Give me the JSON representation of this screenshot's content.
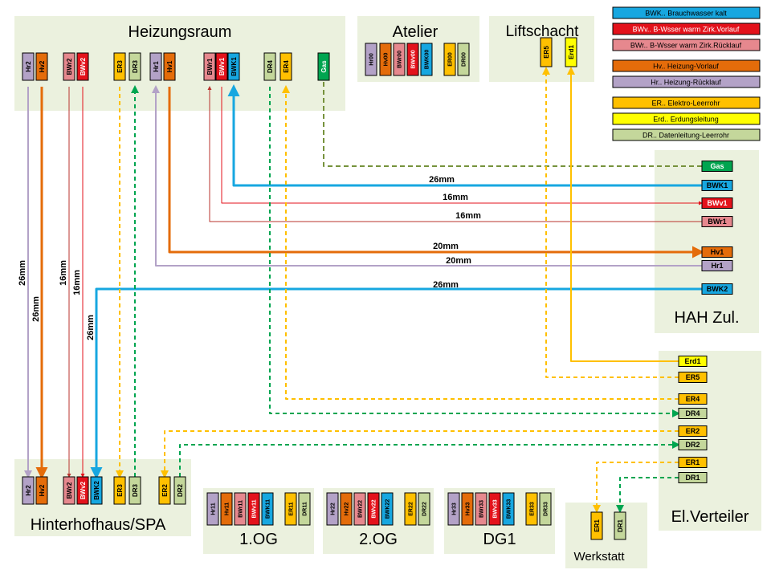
{
  "colors": {
    "area_fill": "#ebf1de",
    "Hr": "#b3a2c7",
    "Hv": "#e46c0a",
    "BWr": "#e6888e",
    "BWv": "#e3121b",
    "BWK": "#17a7e0",
    "ER": "#ffc000",
    "Erd": "#ffff00",
    "DR": "#c4d79b",
    "Gas": "#00a550",
    "line_gas": "#76923c",
    "line_dr": "#00a550",
    "line_bwv": "#e3121b",
    "line_bwr": "#b9332d",
    "line_er": "#ffc000"
  },
  "rooms": {
    "heizungsraum": "Heizungsraum",
    "atelier": "Atelier",
    "liftschacht": "Liftschacht",
    "hah": "HAH Zul.",
    "elverteiler": "El.Verteiler",
    "hinterhof": "Hinterhofhaus/SPA",
    "og1": "1.OG",
    "og2": "2.OG",
    "dg1": "DG1",
    "werkstatt": "Werkstatt"
  },
  "legend": [
    {
      "key": "BWK",
      "text": "BWK..  Brauchwasser kalt"
    },
    {
      "key": "BWv",
      "text": "BWv..  B-Wsser warm  Zirk.Vorlauf"
    },
    {
      "key": "BWr",
      "text": "BWr..  B-Wsser warm  Zirk.Rücklauf"
    },
    {
      "key": "Hv",
      "text": "Hv..  Heizung-Vorlauf"
    },
    {
      "key": "Hr",
      "text": "Hr..  Heizung-Rücklauf"
    },
    {
      "key": "ER",
      "text": "ER..  Elektro-Leerrohr"
    },
    {
      "key": "Erd",
      "text": "Erd..  Erdungsleitung"
    },
    {
      "key": "DR",
      "text": "DR..  Datenleitung-Leerrohr"
    }
  ],
  "tags": {
    "heiz": [
      "Hr2",
      "Hv2",
      "BWr2",
      "BWv2",
      "ER3",
      "DR3",
      "Hr1",
      "Hv1",
      "BWr1",
      "BWv1",
      "BWK1",
      "DR4",
      "ER4",
      "Gas"
    ],
    "atelier": [
      "Hr00",
      "Hv00",
      "BWr00",
      "BWv00",
      "BWK00",
      "ER00",
      "DR00"
    ],
    "lift": [
      "ER5",
      "Erd1"
    ],
    "hah": [
      "Gas",
      "BWK1",
      "BWv1",
      "BWr1",
      "Hv1",
      "Hr1",
      "BWK2"
    ],
    "elv": [
      "Erd1",
      "ER5",
      "ER4",
      "DR4",
      "ER2",
      "DR2",
      "ER1",
      "DR1"
    ],
    "hinterhof": [
      "Hr2",
      "Hv2",
      "BWr2",
      "BWv2",
      "BWK2",
      "ER3",
      "DR3",
      "ER2",
      "DR2"
    ],
    "og1": [
      "Hr11",
      "Hv11",
      "BWr11",
      "BWv11",
      "BWK11",
      "ER11",
      "DR11"
    ],
    "og2": [
      "Hr22",
      "Hv22",
      "BWr22",
      "BWv22",
      "BWK22",
      "ER22",
      "DR22"
    ],
    "dg1": [
      "Hr33",
      "Hv33",
      "BWr33",
      "BWv33",
      "BWK33",
      "ER33",
      "DR33"
    ],
    "werkstatt": [
      "ER1",
      "DR1"
    ]
  },
  "pipe_labels": {
    "bwk1": "26mm",
    "bwv1": "16mm",
    "bwr1": "16mm",
    "hv1": "20mm",
    "hr1": "20mm",
    "bwk2": "26mm",
    "hr2": "26mm",
    "hv2": "26mm",
    "bwr2": "16mm",
    "bwv2": "16mm",
    "bwk2_v": "26mm"
  }
}
